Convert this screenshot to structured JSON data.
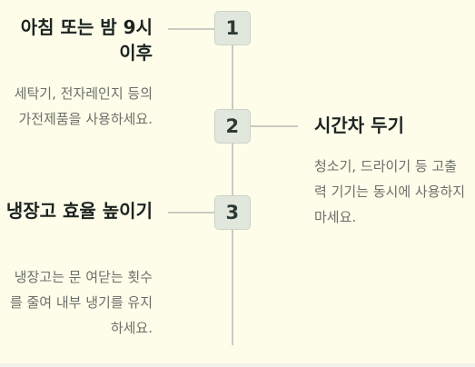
{
  "steps": [
    {
      "number": "1",
      "title": "아침 또는 밤 9시 이후",
      "description": "세탁기, 전자레인지 등의 가전제품을 사용하세요."
    },
    {
      "number": "2",
      "title": "시간차 두기",
      "description": "청소기, 드라이기 등 고출력 기기는 동시에 사용하지 마세요."
    },
    {
      "number": "3",
      "title": "냉장고 효율 높이기",
      "description": "냉장고는 문 여닫는 횟수를 줄여 내부 냉기를 유지하세요."
    }
  ],
  "colors": {
    "background": "#fefde9",
    "line": "#c9cbc4",
    "badge_fill": "#e2e7dd",
    "badge_text": "#2d3a36",
    "title_text": "#1c2421",
    "desc_text": "#6b6f69"
  }
}
